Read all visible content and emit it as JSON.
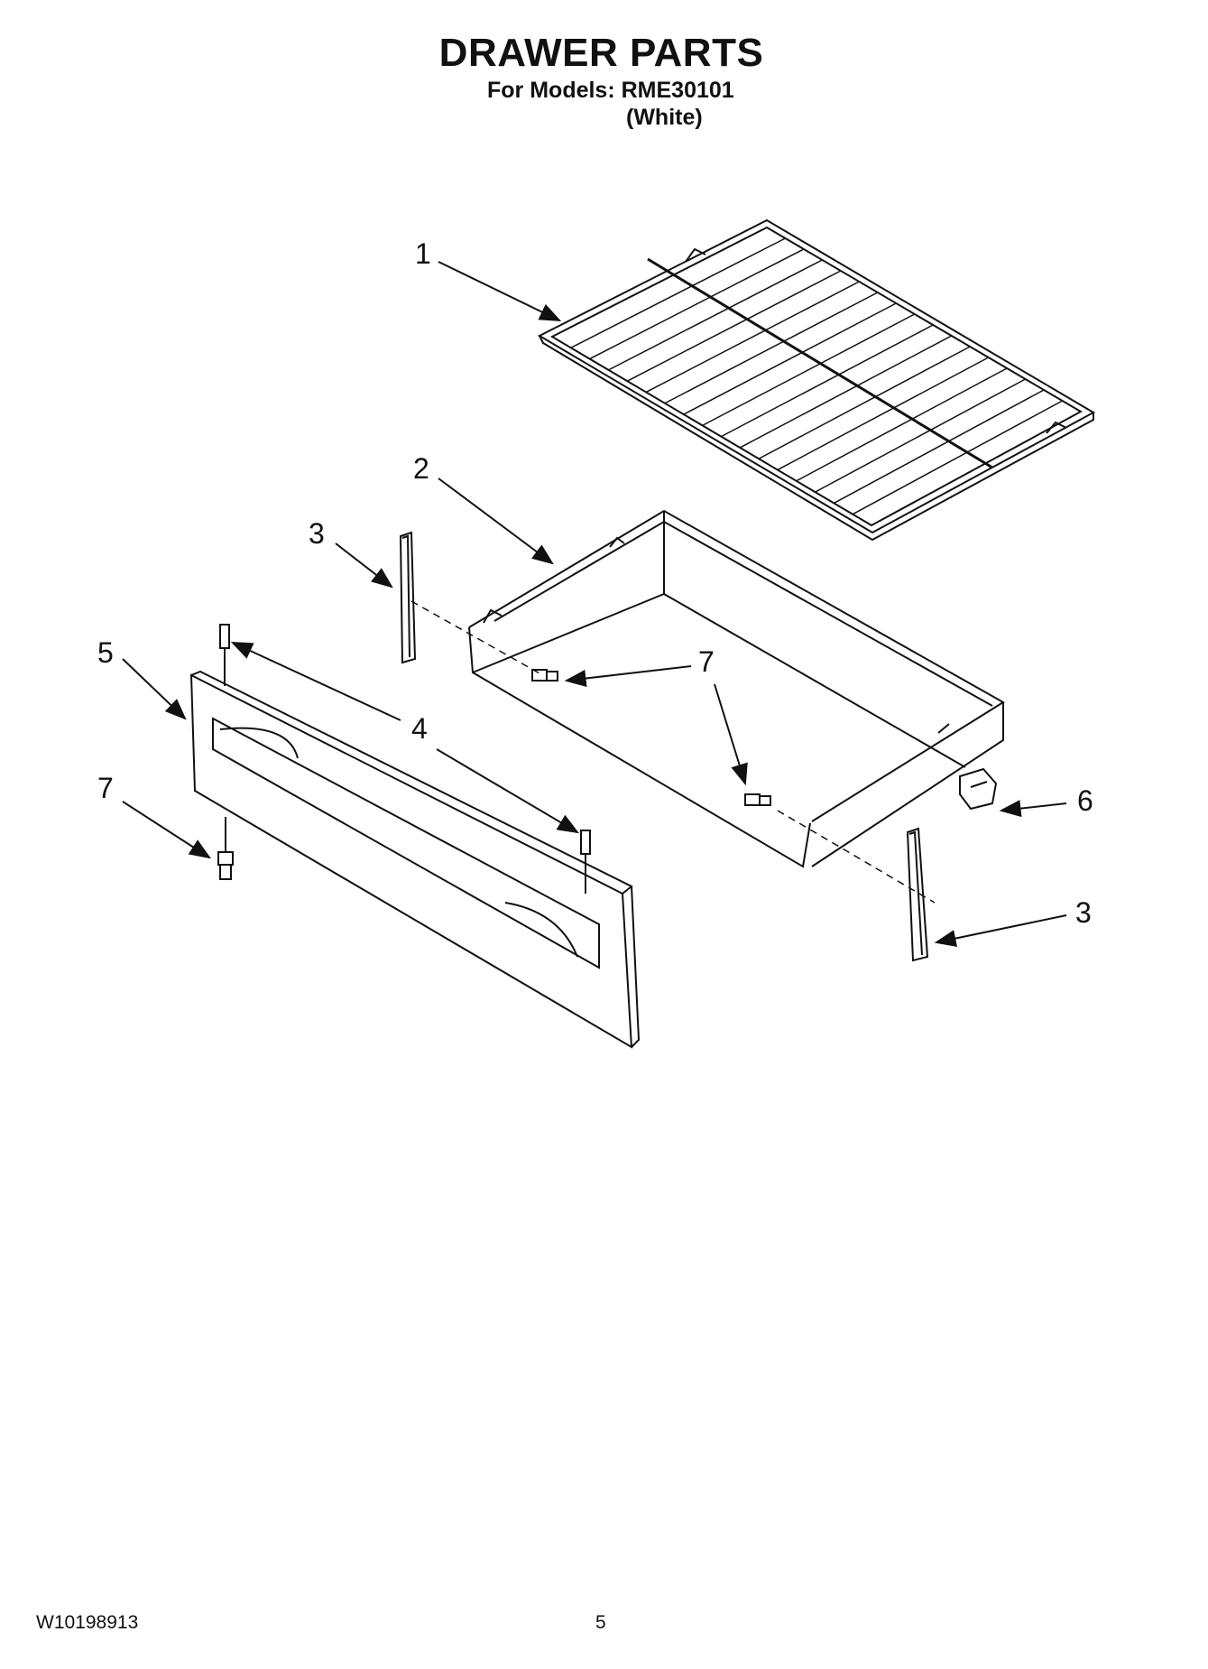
{
  "header": {
    "title": "DRAWER PARTS",
    "models_line": "For Models: RME30101",
    "variant": "(White)"
  },
  "callouts": {
    "c1": "1",
    "c2": "2",
    "c3a": "3",
    "c3b": "3",
    "c4": "4",
    "c5": "5",
    "c6": "6",
    "c7a": "7",
    "c7b": "7"
  },
  "footer": {
    "doc_number": "W10198913",
    "page_number": "5"
  }
}
